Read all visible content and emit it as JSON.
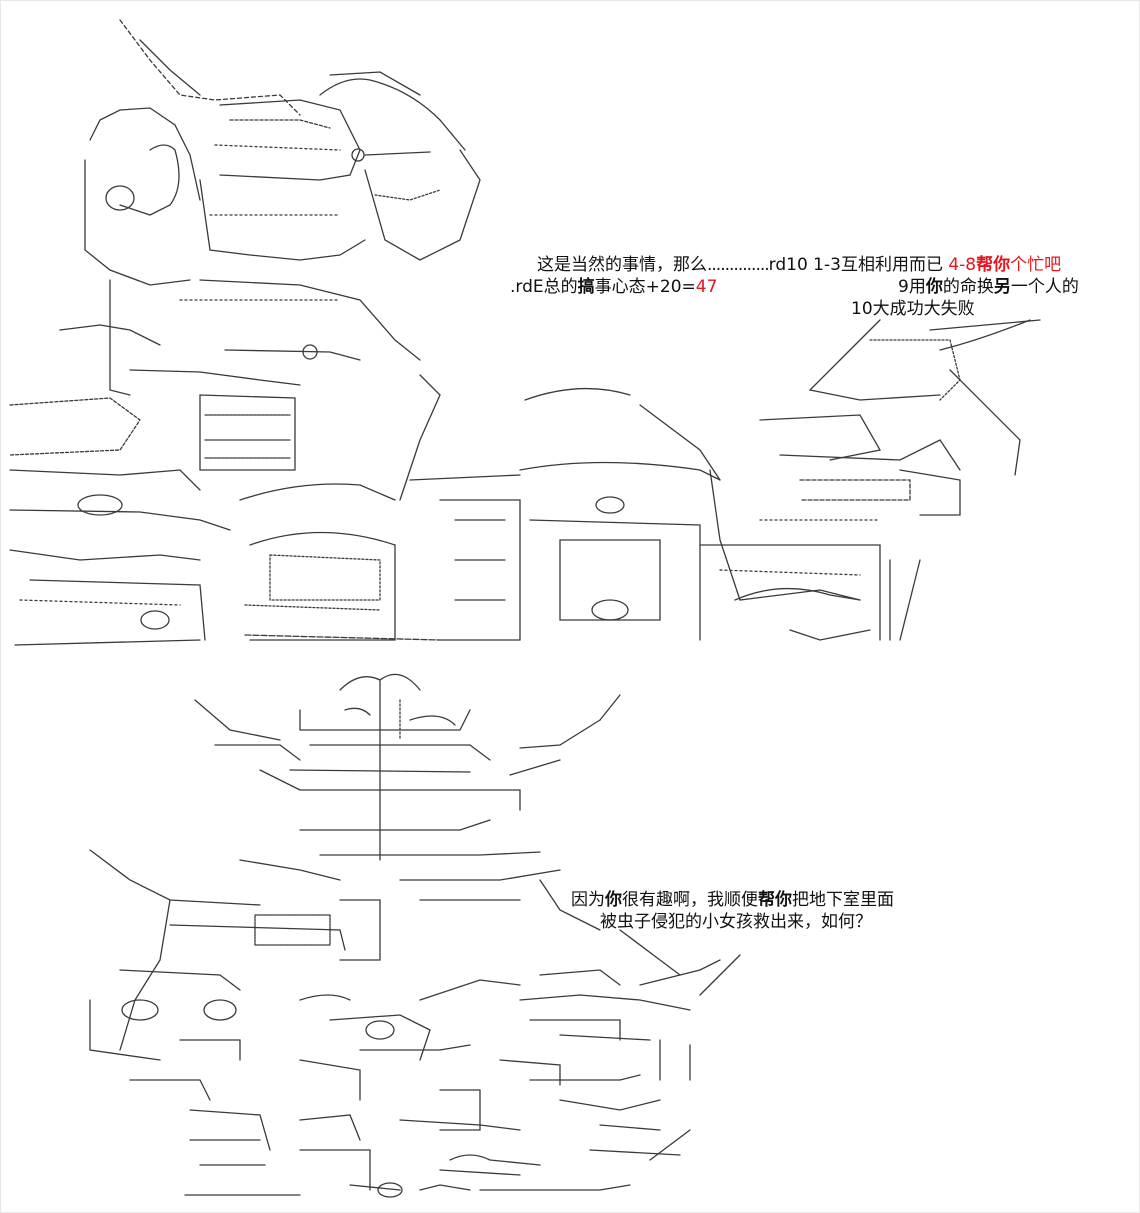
{
  "panel1": {
    "line1": {
      "lead": "这是当然的事情，那么",
      "dots": "..............",
      "tail": "rd10 1-3互相利用而已",
      "red_a": "4-8",
      "red_b": "帮你",
      "red_c": "个忙吧"
    },
    "line2": {
      "text_a": ".rdE总的",
      "bold": "搞",
      "text_b": "事心态+20=",
      "red": "47"
    },
    "line3": {
      "text_a": "9用",
      "bold_a": "你",
      "text_b": "的命换",
      "bold_b": "另",
      "text_c": "一个人的"
    },
    "line4": {
      "text": "10大成功大失败"
    }
  },
  "panel2": {
    "line1": {
      "text_a": "因为",
      "bold_a": "你",
      "text_b": "很有趣啊，我顺便",
      "bold_b": "帮你",
      "text_c": "把地下室里面"
    },
    "line2": {
      "text": "被虫子侵犯的小女孩救出来，如何？"
    }
  },
  "colors": {
    "red_text": "#e8141e",
    "art_stroke": "#3a3a3a"
  }
}
